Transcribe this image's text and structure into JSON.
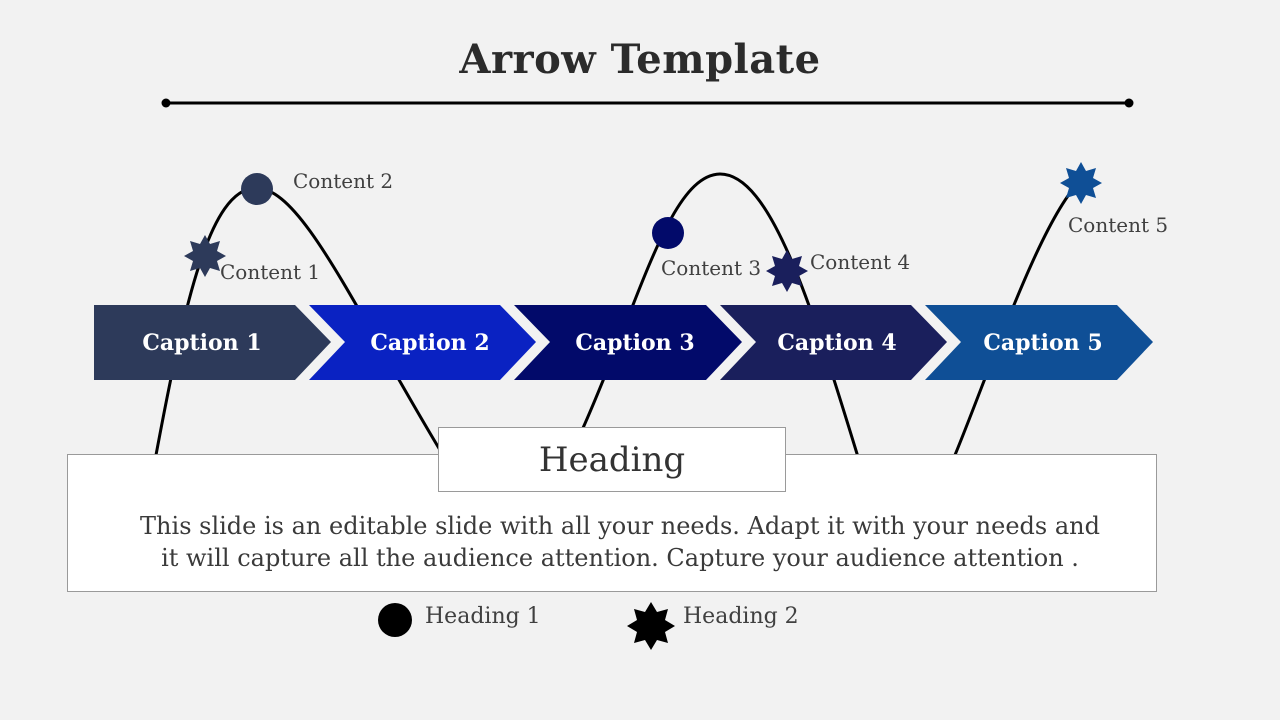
{
  "title": "Arrow Template",
  "captions": [
    "Caption 1",
    "Caption 2",
    "Caption 3",
    "Caption 4",
    "Caption 5"
  ],
  "contents": [
    "Content 1",
    "Content 2",
    "Content 3",
    "Content 4",
    "Content 5"
  ],
  "heading": "Heading",
  "description_line1": "This slide is an editable slide with all your needs. Adapt it with your needs and",
  "description_line2": "it will capture all the audience attention. Capture your audience attention .",
  "legend": {
    "circle_label": "Heading 1",
    "star_label": "Heading 2"
  },
  "colors": {
    "background": "#f2f2f2",
    "arrow1": "#2d3a5a",
    "arrow2": "#0a22c2",
    "arrow3": "#020a6a",
    "arrow4": "#1a1f5c",
    "arrow5": "#0f4f96",
    "line": "#000000"
  }
}
